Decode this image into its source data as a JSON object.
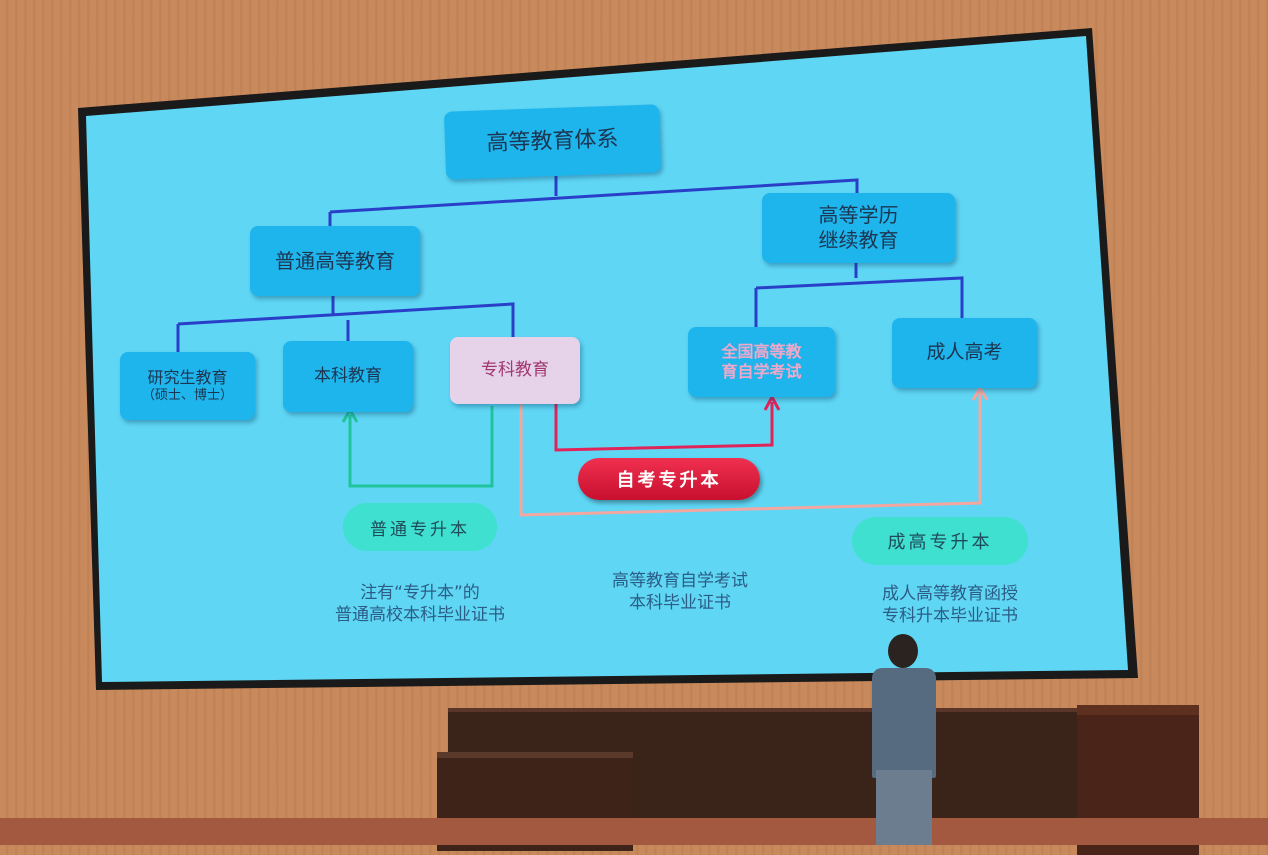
{
  "slide": {
    "root": "高等教育体系",
    "left_branch": "普通高等教育",
    "right_branch": [
      "高等学历",
      "继续教育"
    ],
    "leaves": {
      "graduate": [
        "研究生教育",
        "（硕士、博士）"
      ],
      "undergrad": "本科教育",
      "junior": "专科教育",
      "self_exam": [
        "全国高等教",
        "育自学考试"
      ],
      "adult_exam": "成人高考"
    },
    "paths": {
      "regular": "普通专升本",
      "self_exam": "自考专升本",
      "adult": "成高专升本"
    },
    "captions": {
      "regular": [
        "注有“专升本”的",
        "普通高校本科毕业证书"
      ],
      "self_exam": [
        "高等教育自学考试",
        "本科毕业证书"
      ],
      "adult": [
        "成人高等教育函授",
        "专科升本毕业证书"
      ]
    }
  },
  "colors": {
    "box": "#1eb4ec",
    "junior_box": "#e6d3ea",
    "self_pill": "#e0143c",
    "teal_pill": "#3fe0d0",
    "screen": "#5fd6f4"
  }
}
